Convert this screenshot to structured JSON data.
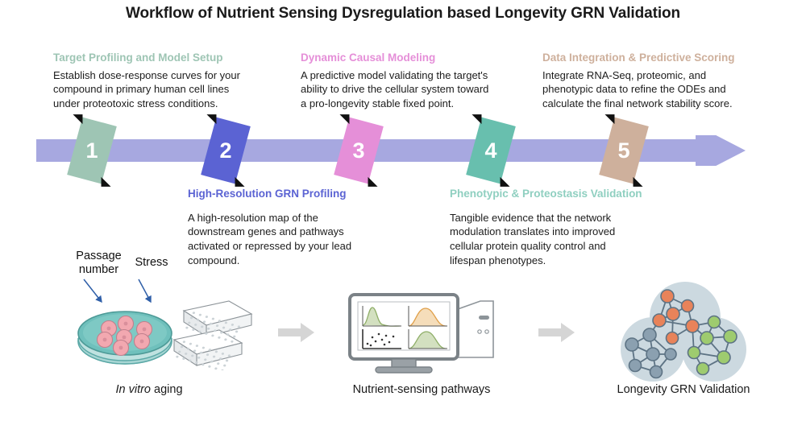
{
  "title": "Workflow of Nutrient Sensing Dysregulation based Longevity GRN Validation",
  "band": {
    "color": "#a7a8e0",
    "arrow_name": "process-flow-arrow"
  },
  "steps": [
    {
      "number": "1",
      "heading": "Target Profiling and Model Setup",
      "body": "Establish dose-response curves for your\ncompound in primary human cell lines\nunder proteotoxic stress conditions.",
      "color": "#9ec5b4",
      "heading_color": "#9ec5b4",
      "position": "above"
    },
    {
      "number": "2",
      "heading": "High-Resolution GRN Profiling",
      "body": "A high-resolution map of the\ndownstream genes and pathways\nactivated or repressed by your lead\ncompound.",
      "color": "#5b63d3",
      "heading_color": "#5b63d3",
      "position": "below"
    },
    {
      "number": "3",
      "heading": "Dynamic Causal Modeling",
      "body": "A predictive model validating the target's\nability to drive the cellular system toward\na pro-longevity stable fixed point.",
      "color": "#e58fd8",
      "heading_color": "#e58fd8",
      "position": "above"
    },
    {
      "number": "4",
      "heading": "Phenotypic & Proteostasis Validation",
      "body": "Tangible evidence that the network\nmodulation translates into improved\ncellular protein quality control and\nlifespan phenotypes.",
      "color": "#68bfae",
      "heading_color": "#8fcfc0",
      "position": "below"
    },
    {
      "number": "5",
      "heading": "Data Integration & Predictive Scoring",
      "body": "Integrate RNA-Seq, proteomic, and\nphenotypic data to refine the ODEs and\ncalculate the final network stability score.",
      "color": "#ceb09c",
      "heading_color": "#ceb09c",
      "position": "above"
    }
  ],
  "illustrations": {
    "dish": {
      "caption_italic": "In vitro",
      "caption_rest": " aging",
      "label_passage": "Passage\nnumber",
      "label_stress": "Stress",
      "dish_color": "#7fc6c2",
      "cell_color": "#f0a0a8"
    },
    "monitor": {
      "caption": "Nutrient-sensing pathways",
      "screen_charts": [
        {
          "kind": "skewed-curve",
          "color": "#8fae68"
        },
        {
          "kind": "bell-curve",
          "color": "#e0a04a"
        },
        {
          "kind": "scatter",
          "color": "#444444"
        },
        {
          "kind": "bell-curve",
          "color": "#8fae68"
        }
      ]
    },
    "network": {
      "caption": "Longevity GRN Validation",
      "cluster_color": "#ccd9e0",
      "node_groups": [
        {
          "name": "orange-nodes",
          "color": "#e8835a",
          "count": 5
        },
        {
          "name": "slate-nodes",
          "color": "#8ba0b0",
          "count": 8
        },
        {
          "name": "green-nodes",
          "color": "#9ecb6f",
          "count": 7
        }
      ]
    },
    "connector_arrow_color": "#d5d5d5"
  }
}
